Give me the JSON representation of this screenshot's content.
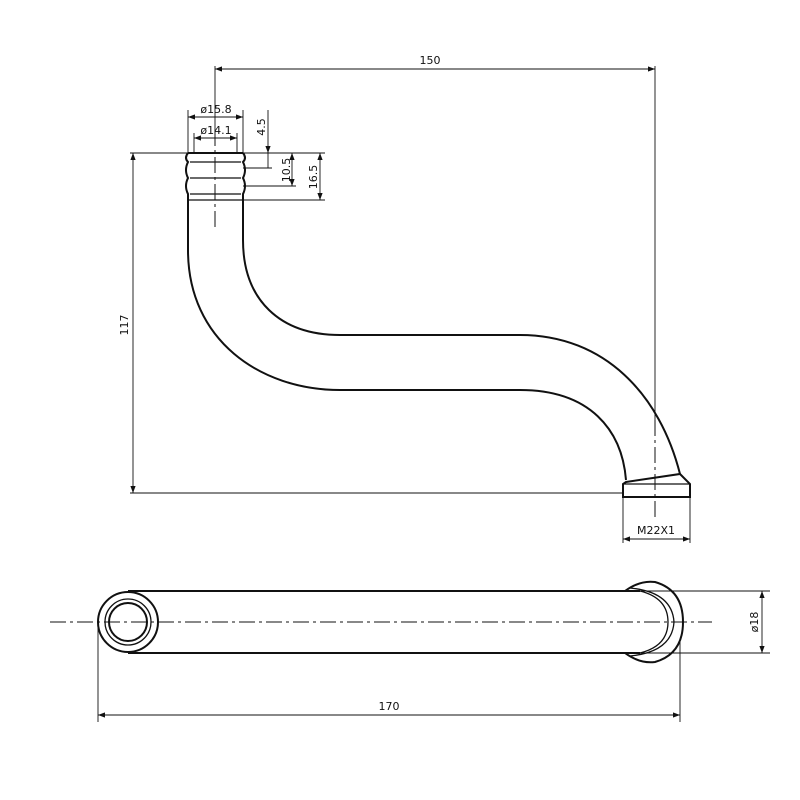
{
  "drawing": {
    "dimensions": {
      "horizontal_reach": "150",
      "height": "117",
      "outer_diameter_inlet": "ø15.8",
      "inner_diameter_inlet": "ø14.1",
      "groove_offset": "4.5",
      "groove_depth": "10.5",
      "inlet_length": "16.5",
      "outlet_thread": "M22X1",
      "tube_diameter": "ø18",
      "total_length": "170"
    }
  }
}
